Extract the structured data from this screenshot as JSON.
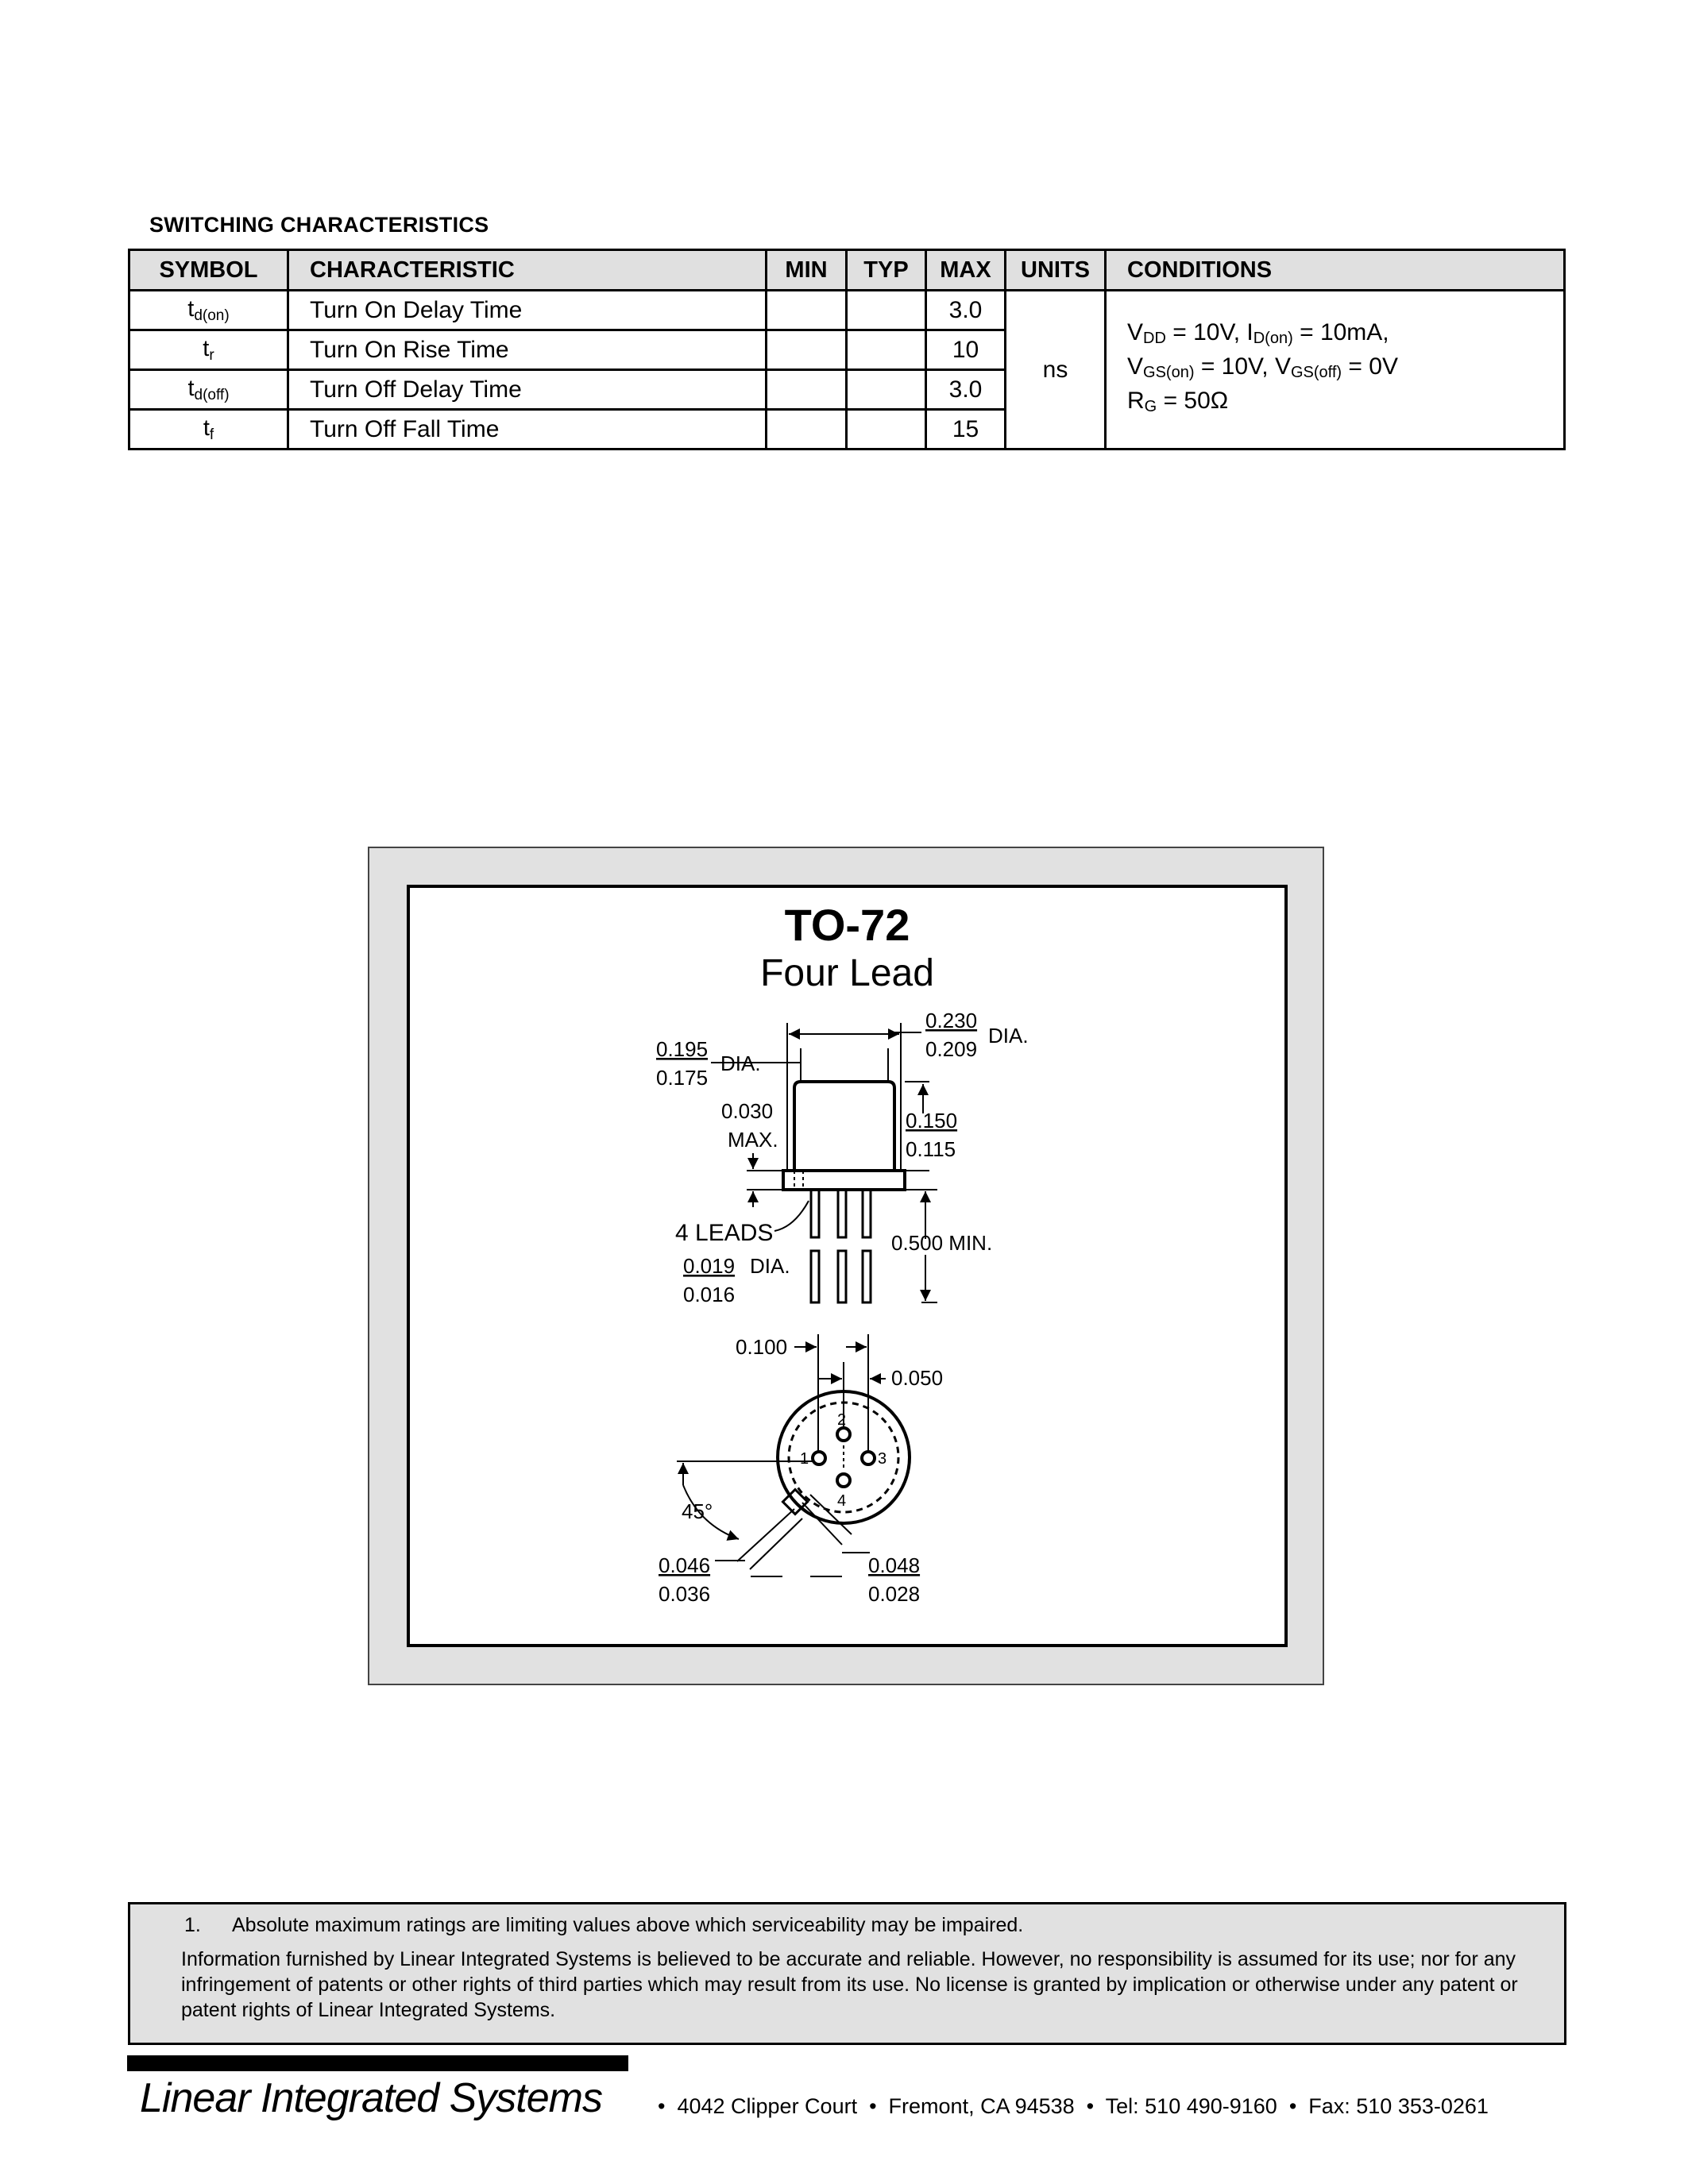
{
  "section_title": "SWITCHING CHARACTERISTICS",
  "table": {
    "headers": [
      "SYMBOL",
      "CHARACTERISTIC",
      "MIN",
      "TYP",
      "MAX",
      "UNITS",
      "CONDITIONS"
    ],
    "rows": [
      {
        "symbol_main": "t",
        "symbol_sub": "d(on)",
        "characteristic": "Turn On Delay Time",
        "min": "",
        "typ": "",
        "max": "3.0"
      },
      {
        "symbol_main": "t",
        "symbol_sub": "r",
        "characteristic": "Turn On Rise Time",
        "min": "",
        "typ": "",
        "max": "10"
      },
      {
        "symbol_main": "t",
        "symbol_sub": "d(off)",
        "characteristic": "Turn Off Delay Time",
        "min": "",
        "typ": "",
        "max": "3.0"
      },
      {
        "symbol_main": "t",
        "symbol_sub": "f",
        "characteristic": "Turn Off Fall Time",
        "min": "",
        "typ": "",
        "max": "15"
      }
    ],
    "units": "ns",
    "conditions": {
      "line1": {
        "a": "V",
        "a_sub": "DD",
        "b": " = 10V, I",
        "b_sub": "D(on)",
        "c": " = 10mA,"
      },
      "line2": {
        "a": "V",
        "a_sub": "GS(on)",
        "b": " = 10V, V",
        "b_sub": "GS(off)",
        "c": " = 0V"
      },
      "line3": {
        "a": "R",
        "a_sub": "G",
        "b": " = 50Ω"
      }
    }
  },
  "package": {
    "title": "TO-72",
    "subtitle": "Four Lead",
    "dims": {
      "body_dia_top": "0.230",
      "body_dia_bottom": "0.209",
      "dia_label": "DIA.",
      "cap_dia_top": "0.195",
      "cap_dia_bottom": "0.175",
      "flange_top": "0.030",
      "flange_bottom": "MAX.",
      "height_top": "0.150",
      "height_bottom": "0.115",
      "leads_label": "4 LEADS",
      "lead_dia_top": "0.019",
      "lead_dia_bottom": "0.016",
      "lead_len": "0.500 MIN.",
      "spacing_100": "0.100",
      "spacing_050": "0.050",
      "angle": "45°",
      "tab_left_top": "0.046",
      "tab_left_bottom": "0.036",
      "tab_right_top": "0.048",
      "tab_right_bottom": "0.028",
      "pin1": "1",
      "pin2": "2",
      "pin3": "3",
      "pin4": "4"
    }
  },
  "notes": {
    "note_number": "1.",
    "note_text": "Absolute maximum ratings are limiting values above which serviceability may be impaired.",
    "disclaimer": "Information furnished by Linear Integrated Systems is believed to be accurate and reliable.  However, no responsibility is assumed for its use; nor for any infringement of patents or other rights of third parties which may result from its use.  No license is granted by implication or otherwise under any patent or patent rights of Linear Integrated Systems."
  },
  "footer": {
    "company": "Linear Integrated Systems",
    "address": "•  4042 Clipper Court  •  Fremont, CA 94538  •  Tel: 510 490-9160  •  Fax: 510 353-0261"
  }
}
